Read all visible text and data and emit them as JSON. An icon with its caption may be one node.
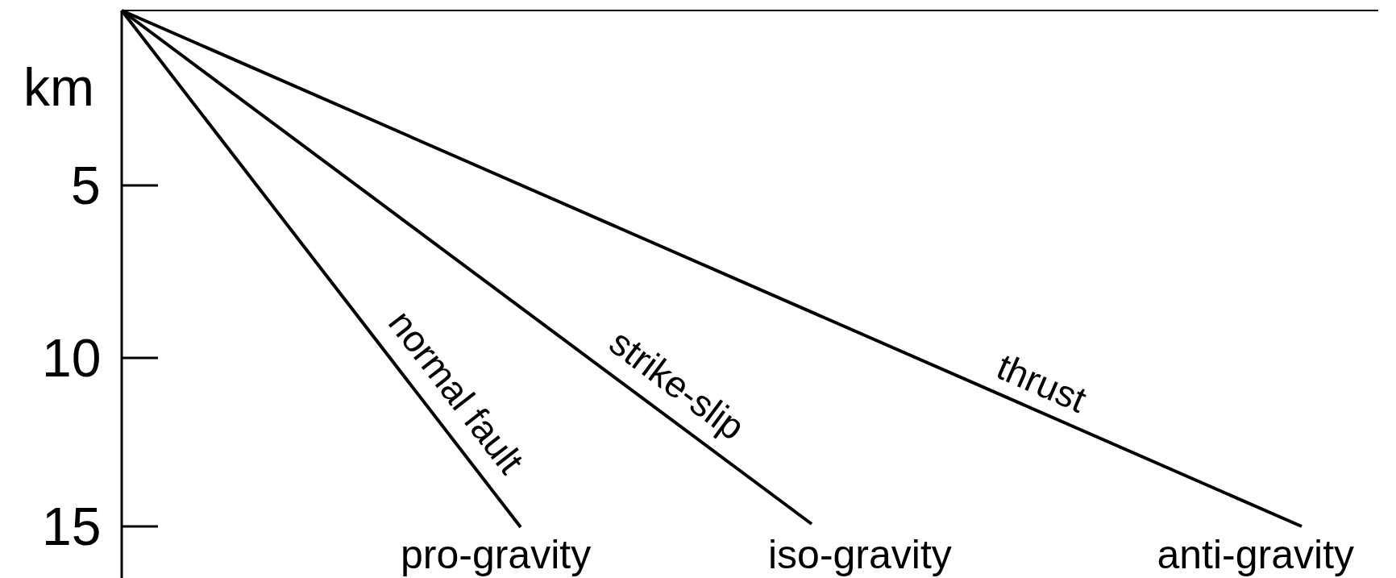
{
  "diagram": {
    "labels": [
      "km",
      "5",
      "10",
      "15",
      "normal fault",
      "strike-slip",
      "thrust",
      "pro-gravity",
      "iso-gravity",
      "anti-gravity"
    ]
  }
}
